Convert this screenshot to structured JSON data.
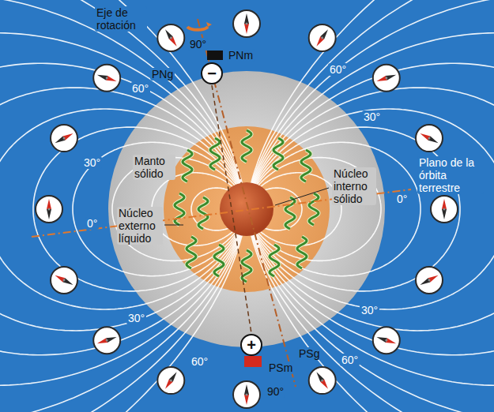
{
  "diagram": {
    "nodes": [
      {
        "text": [
          "−"
        ]
      },
      {
        "text": [
          "+"
        ]
      }
    ],
    "labels": [
      "Eje de rotación",
      "90°",
      "PNm",
      "PNg",
      "60°",
      "60°",
      "30°",
      "30°",
      "Manto sólido",
      "0°",
      "Plano de la órbita terrestre",
      "Núcleo interno sólido",
      "0°",
      "Núcleo externo líquido",
      "30°",
      "30°",
      "PSg",
      "60°",
      "60°",
      "PSm",
      "90°"
    ]
  }
}
